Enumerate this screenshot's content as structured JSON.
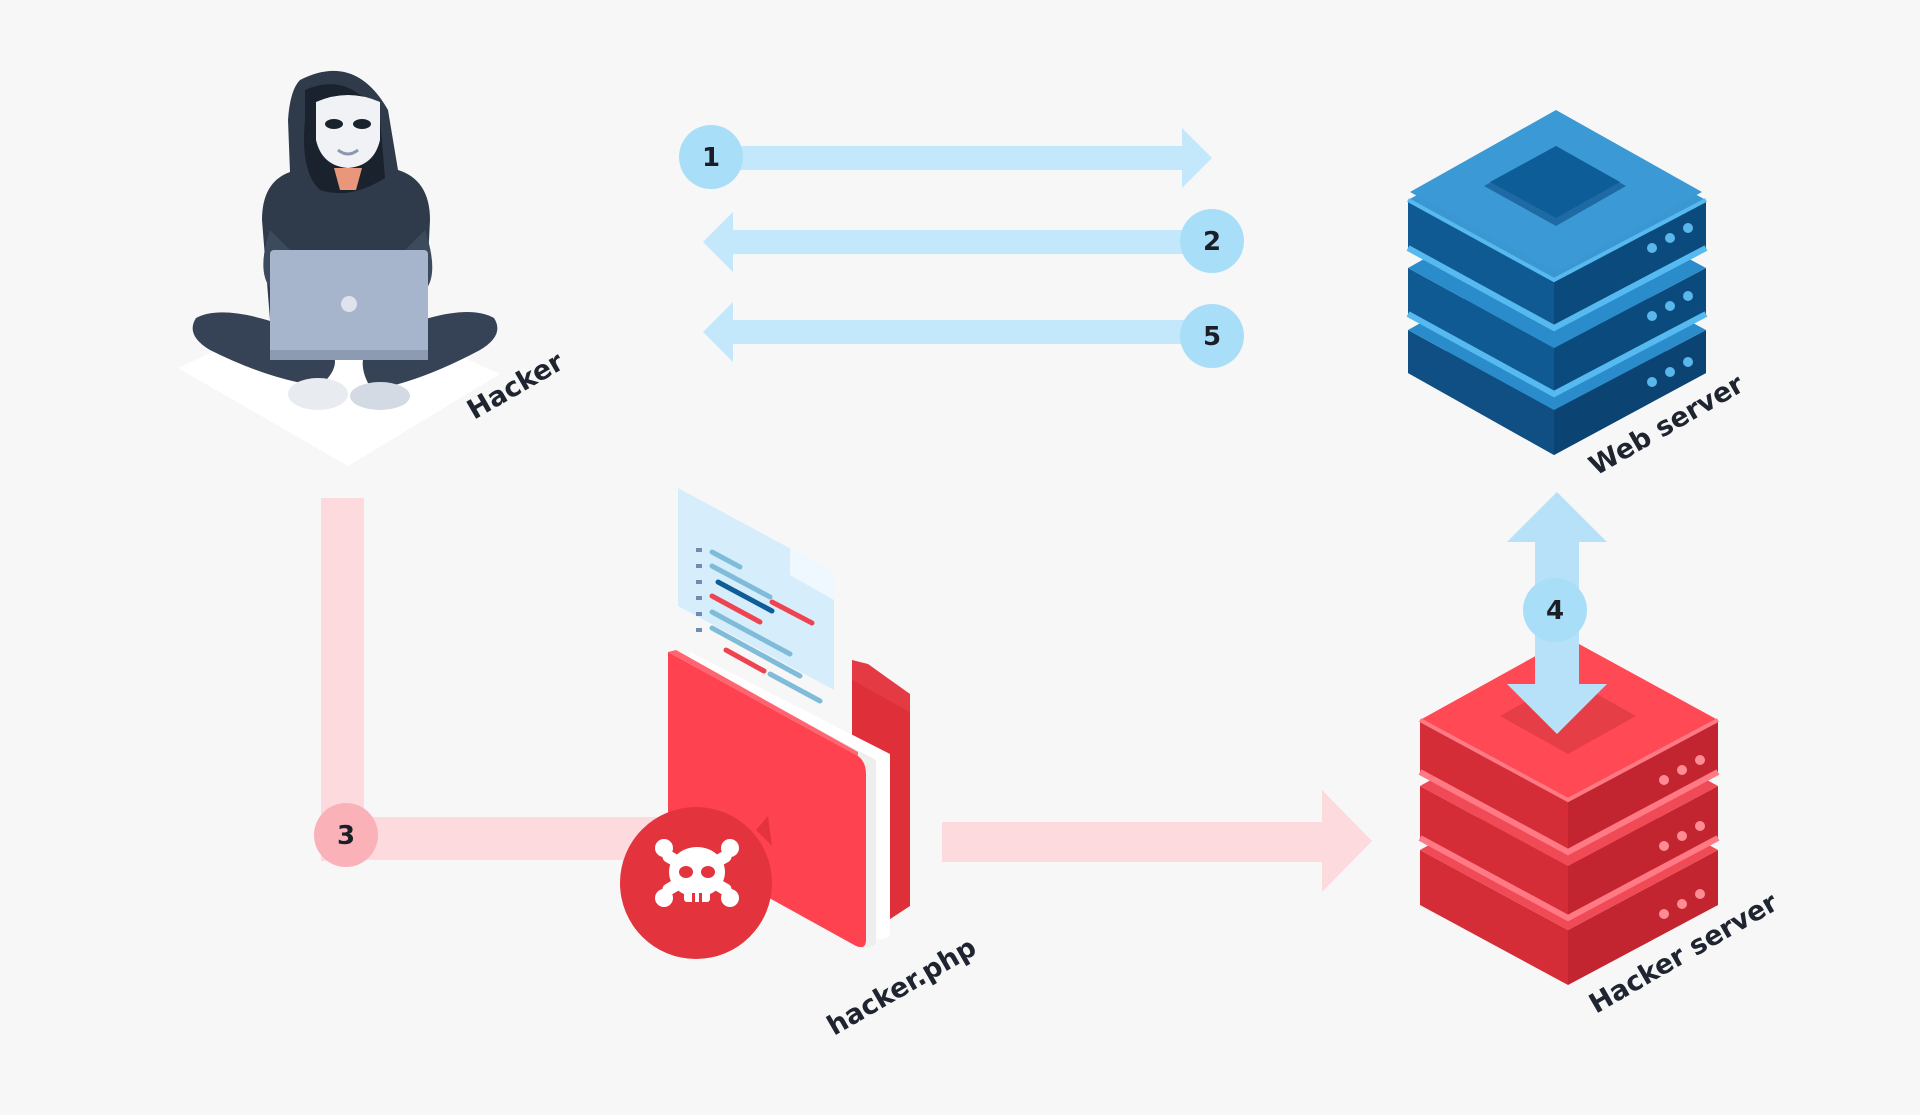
{
  "labels": {
    "hacker": "Hacker",
    "web_server": "Web server",
    "hacker_server": "Hacker server",
    "file": "hacker.php"
  },
  "steps": [
    {
      "number": "1"
    },
    {
      "number": "2"
    },
    {
      "number": "3"
    },
    {
      "number": "4"
    },
    {
      "number": "5"
    }
  ],
  "icons": {
    "hacker": "hooded-hacker-with-laptop-icon",
    "web_server": "blue-server-stack-icon",
    "hacker_server": "red-server-stack-icon",
    "file": "red-folder-with-code-document-icon",
    "danger": "skull-crossbones-icon"
  },
  "colors": {
    "background": "#f7f7f7",
    "blue_arrow": "#c3e8fb",
    "blue_badge": "#a9def8",
    "red_arrow": "#fddadd",
    "red_badge": "#fbb1b8",
    "web_server": "#1e75b0",
    "hacker_server": "#e93442",
    "folder": "#ff4250",
    "skull_badge": "#e3333d"
  }
}
